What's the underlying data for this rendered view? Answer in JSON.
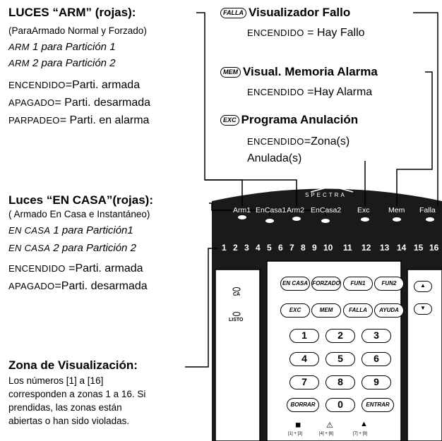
{
  "arm_section": {
    "title": "LUCES “ARM” (rojas):",
    "subtitle": "(ParaArmado Normal y Forzado)",
    "line1_prefix": "ARM",
    "line1_rest": " 1 para Partición 1",
    "line2_prefix": "ARM",
    "line2_rest": " 2 para Partición 2",
    "on_prefix": "ENCENDIDO",
    "on_rest": "=Parti. armada",
    "off_prefix": "APAGADO",
    "off_rest": "= Parti. desarmada",
    "blink_prefix": "PARPADEO",
    "blink_rest": "= Parti. en alarma"
  },
  "fault_section": {
    "badge": "FALLA",
    "title": "Visualizador Fallo",
    "on_prefix": "ENCENDIDO",
    "on_rest": " = Hay Fallo"
  },
  "mem_section": {
    "badge": "MEM",
    "title": "Visual. Memoria Alarma",
    "on_prefix": "ENCENDIDO",
    "on_rest": " =Hay Alarma"
  },
  "exc_section": {
    "badge": "EXC",
    "title": "Programa Anulación",
    "on_prefix": "ENCENDIDO",
    "on_rest": "=Zona(s)",
    "line2": "Anulada(s)"
  },
  "encasa_section": {
    "title": "Luces “EN CASA”(rojas):",
    "subtitle": "( Armado En Casa e Instantáneo)",
    "line1_prefix": "EN CASA",
    "line1_rest": " 1 para Partición1",
    "line2_prefix": "EN CASA",
    "line2_rest": " 2 para Partición 2",
    "on_prefix": "ENCENDIDO",
    "on_rest": " =Parti. armada",
    "off_prefix": "APAGADO",
    "off_rest": "=Parti. desarmada"
  },
  "zone_section": {
    "title": "Zona de Visualización:",
    "lines": [
      "Los números [1] a [16]",
      "corresponden a zonas 1 a 16. Si",
      "prendidas, las zonas están",
      "abiertas o han sido violadas."
    ]
  },
  "keypad": {
    "brand": "SPECTRA",
    "indicators": [
      "Arm1",
      "EnCasa1",
      "Arm2",
      "EnCasa2",
      "Exc",
      "Mem",
      "Falla"
    ],
    "zones": [
      "1",
      "2",
      "3",
      "4",
      "5",
      "6",
      "7",
      "8",
      "9",
      "10",
      "11",
      "12",
      "13",
      "14",
      "15",
      "16"
    ],
    "status_ca": "CA",
    "status_listo": "LISTO",
    "function_keys": [
      "EN CASA",
      "FORZADO",
      "FUN1",
      "FUN2",
      "EXC",
      "MEM",
      "FALLA",
      "AYUDA"
    ],
    "number_keys": [
      "1",
      "2",
      "3",
      "4",
      "5",
      "6",
      "7",
      "8",
      "9"
    ],
    "bottom_keys": [
      "BORRAR",
      "0",
      "ENTRAR"
    ],
    "emergency": [
      "[1] + [3]",
      "[4] + [6]",
      "[7] + [9]"
    ],
    "side_arrows": [
      "up-arrow",
      "down-arrow"
    ]
  }
}
